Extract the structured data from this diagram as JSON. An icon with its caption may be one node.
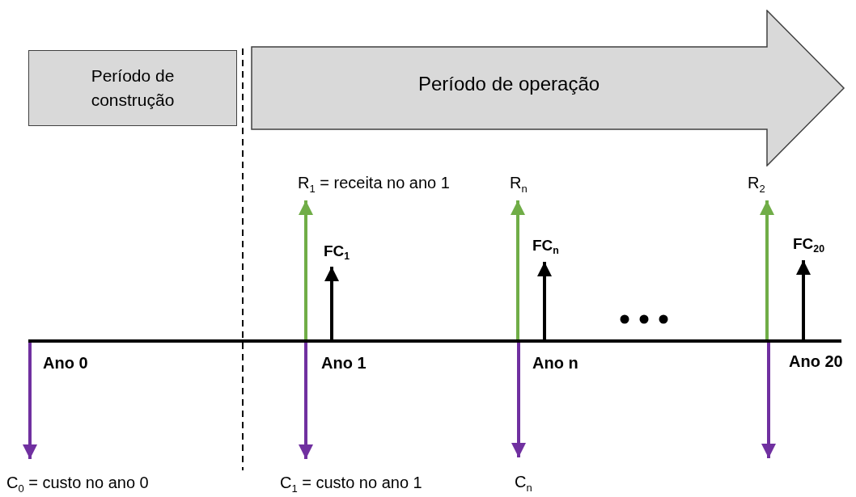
{
  "diagram": {
    "nodes": [
      {
        "text": [
          "Período de construção"
        ]
      },
      {
        "text": [
          "Período de operação"
        ]
      },
      {
        "text": [
          "R$_{1}$ = receita no ano 1"
        ]
      },
      {
        "text": [
          "R$_{n}$"
        ]
      },
      {
        "text": [
          "R$_{2}$"
        ]
      },
      {
        "text": [
          "FC$_{1}$"
        ]
      },
      {
        "text": [
          "FC$_{n}$"
        ]
      },
      {
        "text": [
          "FC$_{20}$"
        ]
      },
      {
        "text": [],
        "shape": "bar"
      },
      {
        "text": [
          "C$_{0}$ = custo no ano 0"
        ]
      },
      {
        "text": [
          "C$_{1}$ = custo no ano 1"
        ]
      },
      {
        "text": [
          "C$_{n}$"
        ]
      }
    ],
    "edges": [
      {
        "from": 8,
        "to": 2,
        "arrow": "to",
        "color": "#70ad47"
      },
      {
        "from": 8,
        "to": 3,
        "arrow": "to",
        "color": "#70ad47"
      },
      {
        "from": 8,
        "to": 4,
        "arrow": "to",
        "color": "#70ad47"
      },
      {
        "from": 8,
        "to": 5,
        "arrow": "to",
        "color": "#000000"
      },
      {
        "from": 8,
        "to": 6,
        "arrow": "to",
        "color": "#000000"
      },
      {
        "from": 8,
        "to": 7,
        "arrow": "to",
        "color": "#000000"
      },
      {
        "from": 8,
        "to": 9,
        "arrow": "to"
      },
      {
        "from": 8,
        "to": 10,
        "arrow": "to"
      },
      {
        "from": 8,
        "to": 11,
        "arrow": "to"
      },
      {
        "from": 8,
        "to": null,
        "arrow": "to"
      }
    ],
    "labels": [
      "Ano 0",
      "Ano 1",
      "Ano n",
      "Ano 20"
    ]
  }
}
